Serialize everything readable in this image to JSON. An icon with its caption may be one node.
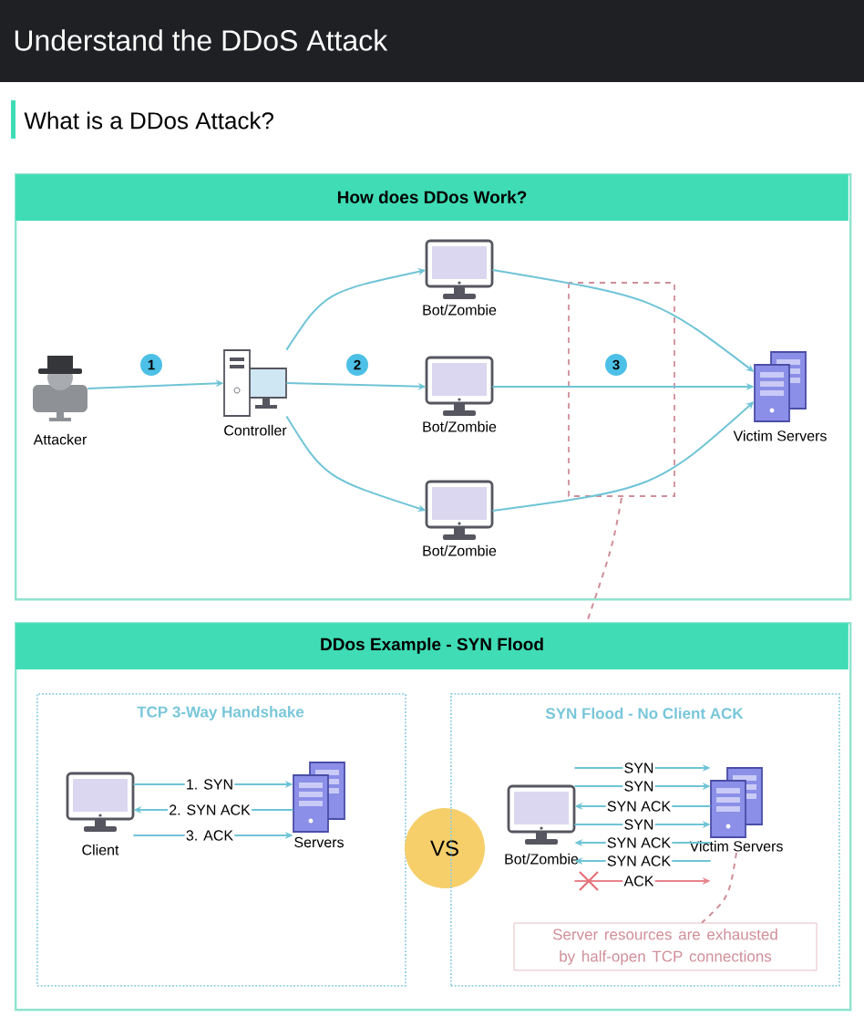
{
  "diagram": {
    "title": "Understand the DDoS Attack",
    "nodes": [
      {
        "text": [
          "How does DDos Work?"
        ]
      },
      {
        "text": [
          "Attacker"
        ],
        "in": 0
      },
      {
        "text": [
          "Controller"
        ],
        "in": 0
      },
      {
        "text": [
          "Bot/Zombie"
        ],
        "in": 0
      },
      {
        "text": [
          "Bot/Zombie"
        ],
        "in": 0
      },
      {
        "text": [
          "Bot/Zombie"
        ],
        "in": 0
      },
      {
        "text": [
          "Victim Servers"
        ],
        "in": 0
      },
      {
        "text": [
          "DDos Example - SYN Flood"
        ]
      },
      {
        "text": [
          "TCP 3-Way Handshake"
        ],
        "in": 7
      },
      {
        "text": [
          "Client"
        ],
        "in": 8
      },
      {
        "text": [
          "Servers"
        ],
        "in": 8
      },
      {
        "text": [
          "VS"
        ],
        "in": 7
      },
      {
        "text": [
          "SYN Flood - No Client ACK"
        ],
        "in": 7
      },
      {
        "text": [
          "Bot/Zombie"
        ],
        "in": 12
      },
      {
        "text": [
          "Victim Servers"
        ],
        "in": 12
      },
      {
        "text": [
          "Server resources are exhausted by half-open TCP connections"
        ],
        "in": 12
      }
    ],
    "edges": [
      {
        "from": 1,
        "to": 2,
        "arrow": "to",
        "label": "1"
      },
      {
        "from": 2,
        "to": 3,
        "arrow": "to"
      },
      {
        "from": 2,
        "to": 4,
        "arrow": "to",
        "label": "2"
      },
      {
        "from": 2,
        "to": 5,
        "arrow": "to"
      },
      {
        "from": 3,
        "to": 6,
        "arrow": "to"
      },
      {
        "from": 4,
        "to": 6,
        "arrow": "to",
        "label": "3"
      },
      {
        "from": 5,
        "to": 6,
        "arrow": "to"
      },
      {
        "from": null,
        "to": 7,
        "arrow": "none",
        "style": "dashed",
        "color": "#d08e98"
      },
      {
        "from": 9,
        "to": 10,
        "arrow": "to",
        "label": "1. SYN"
      },
      {
        "from": 10,
        "to": 9,
        "arrow": "to",
        "label": "2. SYN ACK"
      },
      {
        "from": 9,
        "to": 10,
        "arrow": "to",
        "label": "3. ACK"
      },
      {
        "from": 13,
        "to": 14,
        "arrow": "to",
        "label": "SYN"
      },
      {
        "from": 13,
        "to": 14,
        "arrow": "to",
        "label": "SYN"
      },
      {
        "from": 14,
        "to": 13,
        "arrow": "to",
        "label": "SYN ACK"
      },
      {
        "from": 13,
        "to": 14,
        "arrow": "to",
        "label": "SYN"
      },
      {
        "from": 14,
        "to": 13,
        "arrow": "to",
        "label": "SYN ACK"
      },
      {
        "from": 14,
        "to": 13,
        "arrow": "to",
        "label": "SYN ACK"
      },
      {
        "from": 13,
        "to": 14,
        "arrow": "to",
        "label": "ACK",
        "color": "#e8848c"
      },
      {
        "from": 14,
        "to": 15,
        "arrow": "none",
        "style": "dashed",
        "color": "#d08e98"
      }
    ],
    "labels": [
      "What is a DDos Attack?"
    ]
  }
}
